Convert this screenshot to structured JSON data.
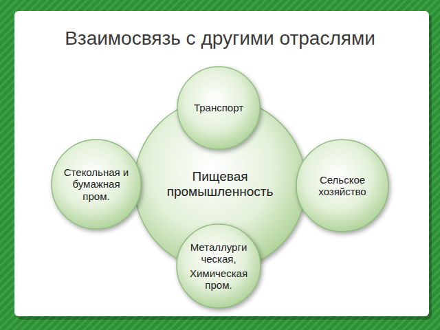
{
  "diagram": {
    "title": "Взаимосвязь с другими отраслями",
    "nodes": [
      {
        "text": [
          "Транспорт"
        ]
      },
      {
        "text": [
          "Стекольная и бумажная пром."
        ]
      },
      {
        "text": [
          "Пищевая промышленность"
        ]
      },
      {
        "text": [
          "Сельское хозяйство"
        ]
      },
      {
        "text": [
          "Металлурги ческая,",
          "Химическая пром."
        ]
      }
    ]
  }
}
